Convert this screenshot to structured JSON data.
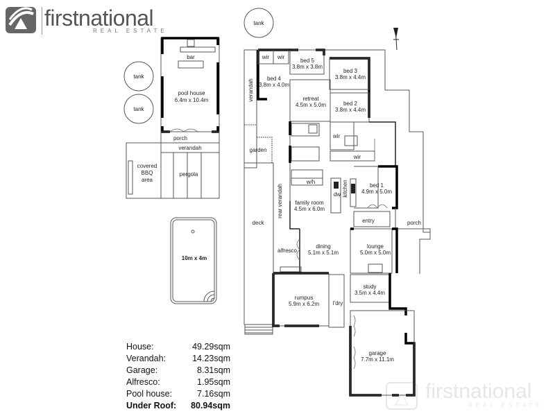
{
  "brand": {
    "name": "firstnational",
    "tagline": "REAL ESTATE",
    "watermark_name": "firstnational",
    "watermark_tagline": "REAL ESTATE"
  },
  "areas": [
    {
      "label": "House:",
      "value": "49.29sqm"
    },
    {
      "label": "Verandah:",
      "value": "14.23sqm"
    },
    {
      "label": "Garage:",
      "value": "8.31sqm"
    },
    {
      "label": "Alfresco:",
      "value": "1.95sqm"
    },
    {
      "label": "Pool house:",
      "value": "7.16sqm"
    },
    {
      "label": "Under Roof:",
      "value": "80.94sqm",
      "bold": true
    }
  ],
  "outbuildings": {
    "tank": "tank",
    "bar": "bar",
    "pool_house": {
      "name": "pool house",
      "size": "6.4m x 10.4m"
    },
    "porch": "porch",
    "verandah": "verandah",
    "bbq": [
      "covered",
      "BBQ",
      "area"
    ],
    "pergola": "pergola",
    "pool": "10m x 4m"
  },
  "house": {
    "rooms": {
      "wir": "wir",
      "bed5": {
        "name": "bed 5",
        "size": "3.8m x 3.8m"
      },
      "bed4": {
        "name": "bed 4",
        "size": "3.8m x 4.0m"
      },
      "bed3": {
        "name": "bed 3",
        "size": "3.8m x 4.4m"
      },
      "bed2": {
        "name": "bed 2",
        "size": "3.8m x 4.4m"
      },
      "retreat": {
        "name": "retreat",
        "size": "4.5m x 5.0m"
      },
      "bed1": {
        "name": "bed 1",
        "size": "4.9m x 5.0m"
      },
      "family": {
        "name": "family room",
        "size": "4.5m x 6.0m"
      },
      "dining": {
        "name": "dining",
        "size": "5.1m x 5.1m"
      },
      "lounge": {
        "name": "lounge",
        "size": "5.0m x 5.0m"
      },
      "study": {
        "name": "study",
        "size": "3.5m x 4.4m"
      },
      "rumpus": {
        "name": "rumpus",
        "size": "5.9m x 6.2m"
      },
      "garage": {
        "name": "garage",
        "size": "7.7m x 11.1m"
      },
      "kitchen": "kitchen",
      "dw": "dw",
      "wh": "w/h",
      "laundry": "l'dry",
      "entry": "entry",
      "porch": "porch",
      "alfresco": "alfresco",
      "garden": "garden",
      "deck": "deck",
      "verandah": "verandah",
      "rear_verandah": "rear verandah"
    }
  }
}
